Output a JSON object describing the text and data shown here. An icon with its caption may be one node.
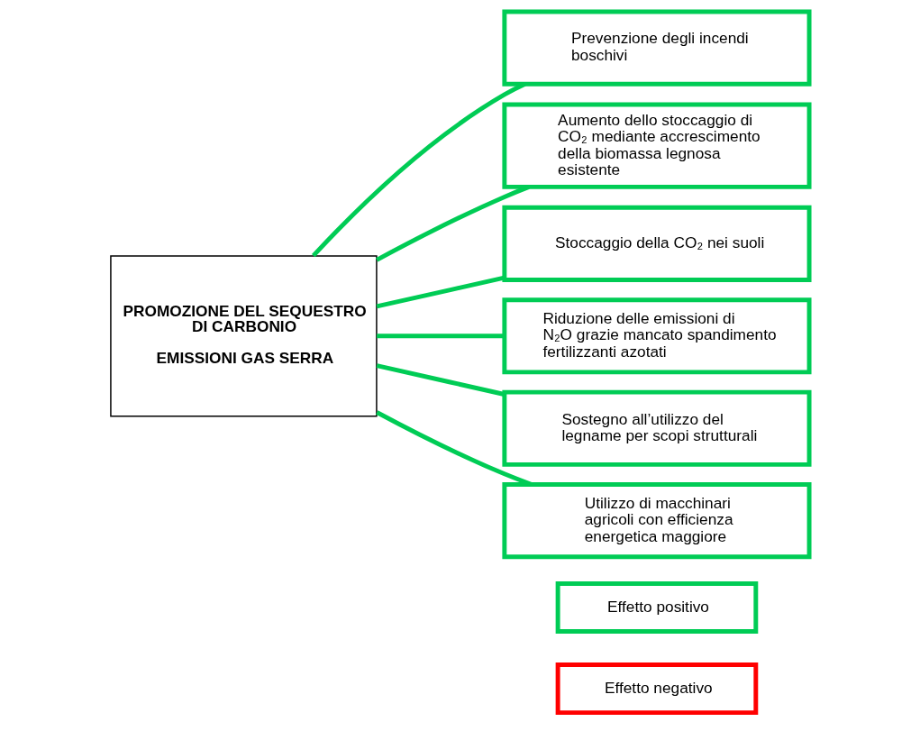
{
  "diagram": {
    "nodes": [
      {
        "text": [
          "PROMOZIONE DEL SEQUESTRO DI CARBONIO",
          "EMISSIONI GAS SERRA"
        ]
      },
      {
        "text": [
          "Prevenzione degli incendi boschivi"
        ]
      },
      {
        "text": [
          "Aumento dello stoccaggio di CO₂ mediante accrescimento della biomassa legnosa esistente"
        ]
      },
      {
        "text": [
          "Stoccaggio della CO₂ nei suoli"
        ]
      },
      {
        "text": [
          "Riduzione delle emissioni di N₂O grazie mancato spandimento fertilizzanti azotati"
        ]
      },
      {
        "text": [
          "Sostegno all’utilizzo del legname per scopi strutturali"
        ]
      },
      {
        "text": [
          "Utilizzo di macchinari agricoli con efficienza energetica maggiore"
        ]
      }
    ],
    "edges": [
      {
        "from": 0,
        "to": 1,
        "arrow": "none"
      },
      {
        "from": 0,
        "to": 2,
        "arrow": "none"
      },
      {
        "from": 0,
        "to": 3,
        "arrow": "none"
      },
      {
        "from": 0,
        "to": 4,
        "arrow": "none"
      },
      {
        "from": 0,
        "to": 5,
        "arrow": "none"
      },
      {
        "from": 0,
        "to": 6,
        "arrow": "none"
      }
    ],
    "legend": [
      {
        "text": "Effetto positivo",
        "color": "#00cc55"
      },
      {
        "text": "Effetto negativo",
        "color": "#ff0000"
      }
    ]
  }
}
